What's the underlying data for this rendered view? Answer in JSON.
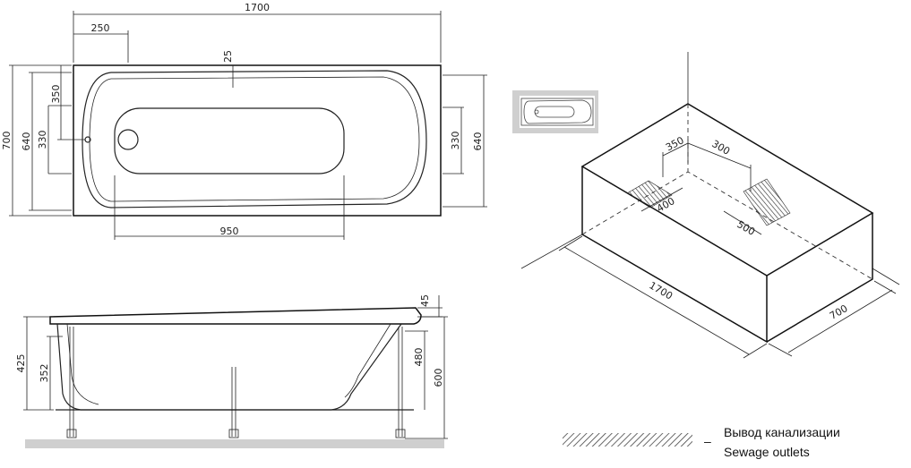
{
  "top_view": {
    "length": "1700",
    "offset_250": "250",
    "rim_25": "25",
    "height_700": "700",
    "inner_640_left": "640",
    "drain_350": "350",
    "drain_330_left": "330",
    "right_330": "330",
    "right_640": "640",
    "bottom_950": "950"
  },
  "side_view": {
    "rim_45": "45",
    "left_425": "425",
    "left_352": "352",
    "right_480": "480",
    "right_600": "600"
  },
  "iso_view": {
    "len_1700": "1700",
    "wid_700": "700",
    "d_350": "350",
    "d_300": "300",
    "d_400": "400",
    "d_500": "500"
  },
  "legend": {
    "dash": "–",
    "label_ru": "Вывод канализации",
    "label_en": "Sewage outlets"
  }
}
